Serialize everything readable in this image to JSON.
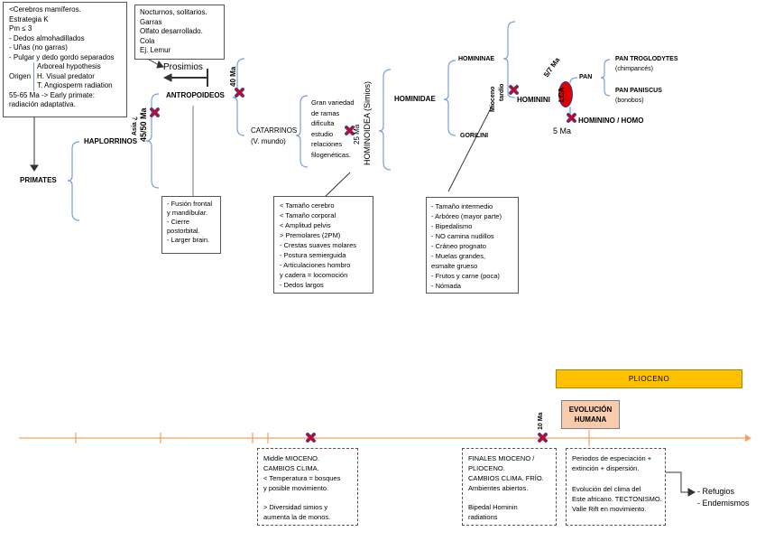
{
  "colors": {
    "bracket": "#7aa0d8",
    "cross": "#d0021b",
    "cross_outline": "#3c4fa0",
    "timeline": "#f4a060",
    "pliocene_fill": "#ffc000",
    "evolucion_fill": "#f8cbad",
    "lca_fill": "#e00000"
  },
  "icons": {
    "cross": "x-mark-icon",
    "plus": "plus-icon",
    "arrow": "arrow-icon"
  },
  "boxes": {
    "primates_traits": [
      "<Cerebros mamíferos.",
      "Estrategia K",
      "Pm ≤ 3",
      "- Dedos almohadillados",
      "- Uñas (no garras)",
      "- Pulgar y dedo gordo separados"
    ],
    "origen_label": "Origen",
    "origen_items": [
      "Arboreal hypothesis",
      "H. Visual predator",
      "T. Angiosperm radiation"
    ],
    "primates_footer": [
      "55-65 Ma -> Early primate:",
      "radiación adaptativa."
    ],
    "prosimios_traits": [
      "Nocturnos, solitarios.",
      "Garras",
      "Olfato desarrollado.",
      "Cola",
      "Ej. Lemur"
    ],
    "antropoideos_traits": [
      "- Fusión frontal",
      "y mandíbular.",
      "- Cierre",
      "postorbital.",
      "- Larger brain."
    ],
    "catarrinos_note": [
      "Gran variedad",
      "de ramas",
      "dificulta",
      "estudio",
      "relaciones",
      "filogenéticas."
    ],
    "hominoidea_traits": [
      "< Tamaño cerebro",
      "< Tamaño corporal",
      "< Amplitud pelvis",
      "> Premolares (2PM)",
      "- Crestas suaves molares",
      "- Postura semierguida",
      "- Articulaciones hombro",
      "y cadera = locomoción",
      "- Dedos largos"
    ],
    "hominini_traits": [
      "- Tamaño intermedio",
      "- Arbóreo (mayor parte)",
      "- Bipedalismo",
      "- NO camina nudillos",
      "- Cráneo prognato",
      "- Muelas grandes,",
      "esmalte grueso",
      "- Frutos y carne (poca)",
      "- Nómada"
    ]
  },
  "taxa": {
    "primates": "PRIMATES",
    "haplorrinos": "HAPLORRINOS",
    "prosimios": "Prosimios",
    "antropoideos": "ANTROPOIDEOS",
    "catarrinos": "CATARRINOS",
    "catarrinos_sub": "(V. mundo)",
    "hominoidea": "HOMINOIDEA (Simios)",
    "hominidae": "HOMINIDAE",
    "homininae": "HOMININAE",
    "gorilini": "GORILINI",
    "hominini": "HOMININI",
    "pan": "PAN",
    "pan_troglodytes": "PAN TROGLODYTES",
    "pan_troglodytes_sub": "(chimpancés)",
    "pan_paniscus": "PAN PANISCUS",
    "pan_paniscus_sub": "(bonobos)",
    "hominino_homo": "HOMININO / HOMO",
    "lca": "LCA"
  },
  "dates": {
    "haplorrinos_date_1": "Asia ¿",
    "haplorrinos_date_2": "45/50 Ma",
    "antropoideos_date": "40 Ma",
    "hominoidea_date": "25 Ma",
    "hominini_date_1": "Mioceno",
    "hominini_date_2": "tardío",
    "lca_date": "5/7 Ma",
    "homo_date": "5 Ma",
    "timeline_date": "10 Ma"
  },
  "timeline": {
    "pliocene": "PLIOCENO",
    "evolucion": [
      "EVOLUCIÓN",
      "HUMANA"
    ],
    "middle_mioceno": [
      "Middle MIOCENO.",
      "CAMBIOS CLIMA.",
      "< Temperatura = bosques",
      "y posible movimiento.",
      "",
      "> Diversidad simios y",
      "aumenta la de monos."
    ],
    "finales_mioceno": [
      "FINALES MIOCENO /",
      "PLIOCENO.",
      "CAMBIOS CLIMA. FRÍO.",
      "Ambientes abiertos.",
      "",
      "Bipedal Hominin",
      "radiations"
    ],
    "periodos_top": [
      "Periodos de especiación +",
      "extinción + dispersión."
    ],
    "periodos_bottom": [
      "Evolución del clima del",
      "Este africano. TECTONISMO.",
      "Valle Rift en movimiento."
    ],
    "outcomes": [
      "- Refugios",
      "- Endemismos"
    ]
  }
}
